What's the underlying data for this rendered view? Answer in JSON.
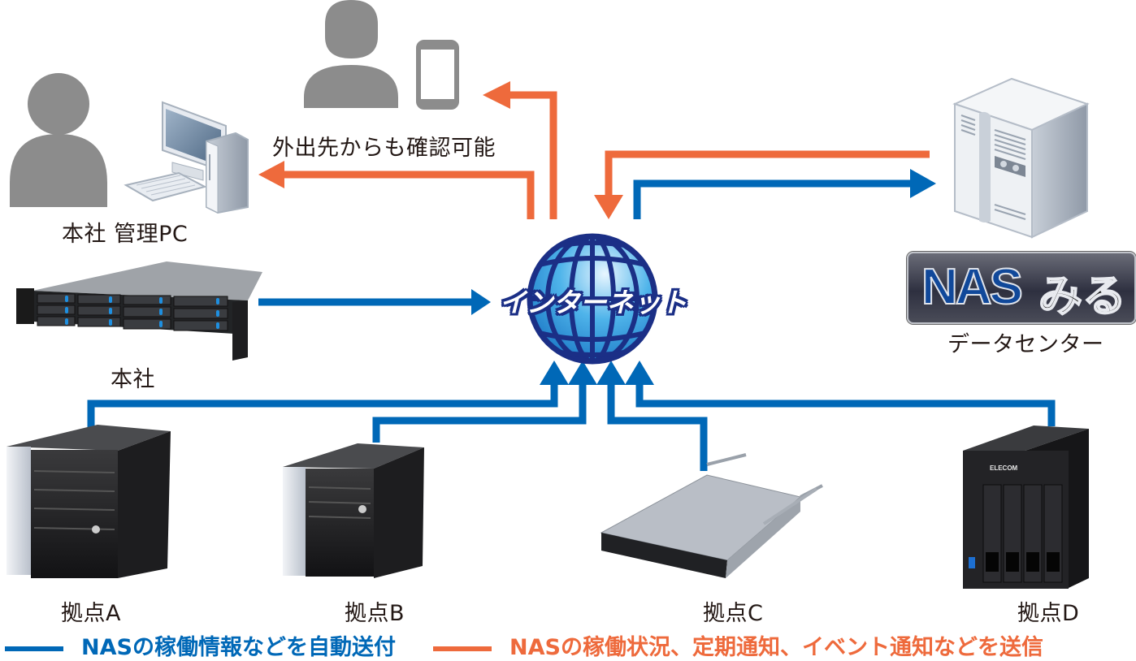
{
  "diagram": {
    "title": "NAS monitoring network",
    "nodes": {
      "hq_pc": {
        "label": "本社 管理PC",
        "icon": "person-desktop-pc-icon"
      },
      "remote": {
        "label": "外出先からも確認可能",
        "icon": "person-smartphone-icon"
      },
      "internet": {
        "label": "インターネット",
        "icon": "globe-icon"
      },
      "datacenter": {
        "label": "データセンター",
        "icon": "server-tower-icon",
        "logo_text_1": "NAS",
        "logo_text_2": "みる"
      },
      "hq_nas": {
        "label": "本社",
        "icon": "rackmount-nas-2u-icon"
      },
      "site_a": {
        "label": "拠点A",
        "icon": "tower-nas-icon"
      },
      "site_b": {
        "label": "拠点B",
        "icon": "tower-nas-icon"
      },
      "site_c": {
        "label": "拠点C",
        "icon": "rackmount-nas-1u-icon"
      },
      "site_d": {
        "label": "拠点D",
        "icon": "desktop-nas-4bay-icon",
        "brand": "ELECOM"
      }
    },
    "edges": [
      {
        "from": "hq_nas",
        "to": "internet",
        "type": "blue"
      },
      {
        "from": "site_a",
        "to": "internet",
        "type": "blue"
      },
      {
        "from": "site_b",
        "to": "internet",
        "type": "blue"
      },
      {
        "from": "site_c",
        "to": "internet",
        "type": "blue"
      },
      {
        "from": "site_d",
        "to": "internet",
        "type": "blue"
      },
      {
        "from": "internet",
        "to": "datacenter",
        "type": "blue"
      },
      {
        "from": "datacenter",
        "to": "internet",
        "type": "orange"
      },
      {
        "from": "internet",
        "to": "hq_pc",
        "type": "orange"
      },
      {
        "from": "internet",
        "to": "remote",
        "type": "orange"
      }
    ]
  },
  "legend": {
    "blue": {
      "label": "NASの稼働情報などを自動送付",
      "color": "#0068b7"
    },
    "orange": {
      "label": "NASの稼働状況、定期通知、イベント通知などを送信",
      "color": "#ee6a3c"
    }
  },
  "colors": {
    "blue": "#0068b7",
    "orange": "#ee6a3c",
    "gray_person": "#8c8c8c"
  }
}
